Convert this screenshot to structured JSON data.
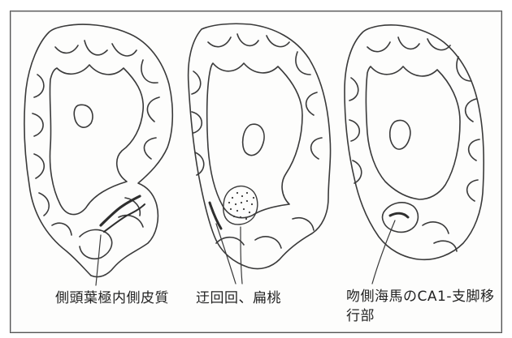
{
  "figure": {
    "labels": {
      "left": "側頭葉極内側皮質",
      "middle": "迂回回、扁桃",
      "right_line1": "吻側海馬のCA1-支脚移",
      "right_line2": "行部"
    },
    "colors": {
      "outline": "#3a3a3a",
      "lesion": "#2e2e2e",
      "frame": "#555555",
      "background": "#fdfdfc"
    }
  }
}
